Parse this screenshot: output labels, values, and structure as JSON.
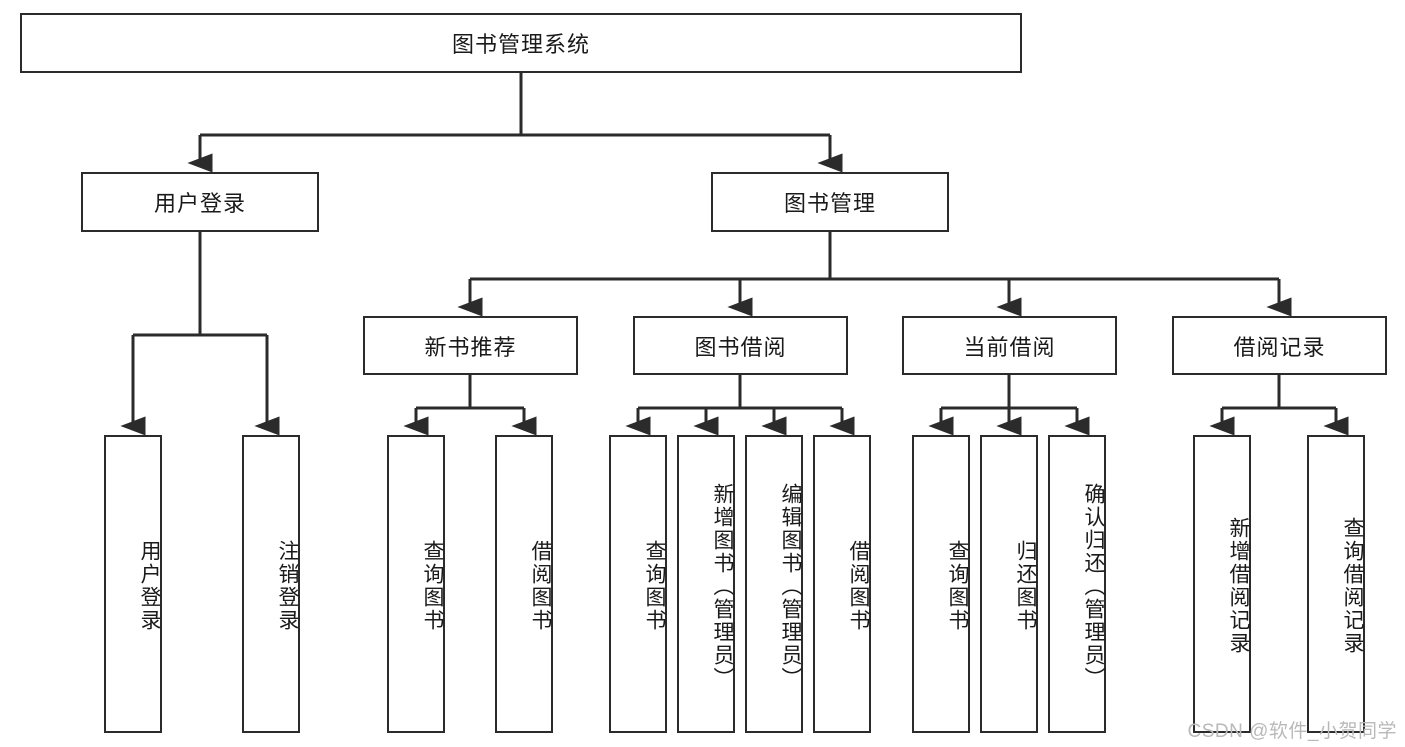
{
  "diagram": {
    "type": "tree",
    "title": "图书管理系统",
    "watermark": "CSDN @软件_小贺同学",
    "colors": {
      "stroke": "#2b2b2b",
      "fill": "#ffffff",
      "text": "#1a1a1a",
      "watermark": "#b9b9b9"
    },
    "nodes": {
      "root": {
        "label": "图书管理系统"
      },
      "level2": [
        {
          "label": "用户登录"
        },
        {
          "label": "图书管理"
        }
      ],
      "level3": [
        {
          "label": "新书推荐"
        },
        {
          "label": "图书借阅"
        },
        {
          "label": "当前借阅"
        },
        {
          "label": "借阅记录"
        }
      ],
      "leaves": {
        "user_login": [
          {
            "label": "用户登录"
          },
          {
            "label": "注销登录"
          }
        ],
        "new_book": [
          {
            "label": "查询图书"
          },
          {
            "label": "借阅图书"
          }
        ],
        "borrow_book": [
          {
            "label": "查询图书"
          },
          {
            "label": "新增图书（管理员）"
          },
          {
            "label": "编辑图书（管理员）"
          },
          {
            "label": "借阅图书"
          }
        ],
        "current_borrow": [
          {
            "label": "查询图书"
          },
          {
            "label": "归还图书"
          },
          {
            "label": "确认归还（管理员）"
          }
        ],
        "borrow_record": [
          {
            "label": "新增借阅记录"
          },
          {
            "label": "查询借阅记录"
          }
        ]
      }
    }
  }
}
